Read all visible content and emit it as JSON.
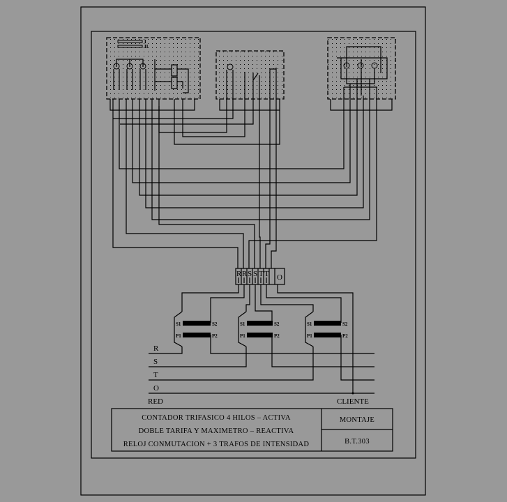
{
  "colors": {
    "background": "#999999",
    "lines": "#000000"
  },
  "meter_a": {
    "rate_labels": [
      "I",
      "II"
    ]
  },
  "terminal_block": {
    "labels": [
      "R",
      "R",
      "S",
      "S",
      "T",
      "T",
      "O"
    ]
  },
  "transformers": [
    {
      "s1": "S1",
      "s2": "S2",
      "p1": "P1",
      "p2": "P2"
    },
    {
      "s1": "S1",
      "s2": "S2",
      "p1": "P1",
      "p2": "P2"
    },
    {
      "s1": "S1",
      "s2": "S2",
      "p1": "P1",
      "p2": "P2"
    }
  ],
  "lines": {
    "r": "R",
    "s": "S",
    "t": "T",
    "o": "O"
  },
  "red_label": "RED",
  "cliente_label": "CLIENTE",
  "title_block": {
    "line1": "CONTADOR TRIFASICO 4 HILOS  –  ACTIVA",
    "line2": "DOBLE TARIFA Y MAXIMETRO  –  REACTIVA",
    "line3": "RELOJ CONMUTACION + 3 TRAFOS DE INTENSIDAD",
    "type": "MONTAJE",
    "code": "B.T.303"
  }
}
